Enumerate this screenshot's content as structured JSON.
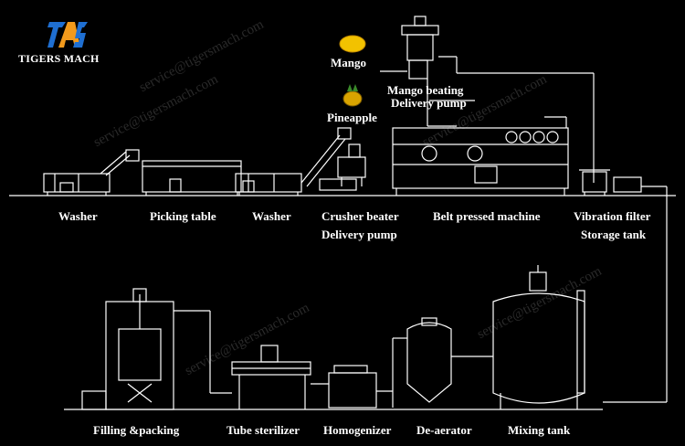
{
  "brand": {
    "name": "TIGERS MACH"
  },
  "watermark": "service@tigersmach.com",
  "fruit_inputs": [
    {
      "label": "Mango"
    },
    {
      "label": "Pineapple"
    }
  ],
  "line1": {
    "labels": {
      "washer_1": "Washer",
      "picking_table": "Picking table",
      "washer_2": "Washer",
      "crusher_1": "Crusher beater",
      "crusher_2": "Delivery pump",
      "mango_1": "Mango beating",
      "mango_2": "Delivery pump",
      "belt_press": "Belt pressed machine",
      "vibration": "Vibration filter",
      "storage": "Storage tank"
    }
  },
  "line2": {
    "labels": {
      "filling": "Filling &packing",
      "tube": "Tube sterilizer",
      "homogenizer": "Homogenizer",
      "deaerator": "De-aerator",
      "mixing": "Mixing tank"
    }
  },
  "colors": {
    "background": "#000000",
    "line": "#ffffff",
    "logo_blue": "#1f6fd1",
    "logo_orange": "#f29a1c",
    "mango": "#f2c200"
  }
}
